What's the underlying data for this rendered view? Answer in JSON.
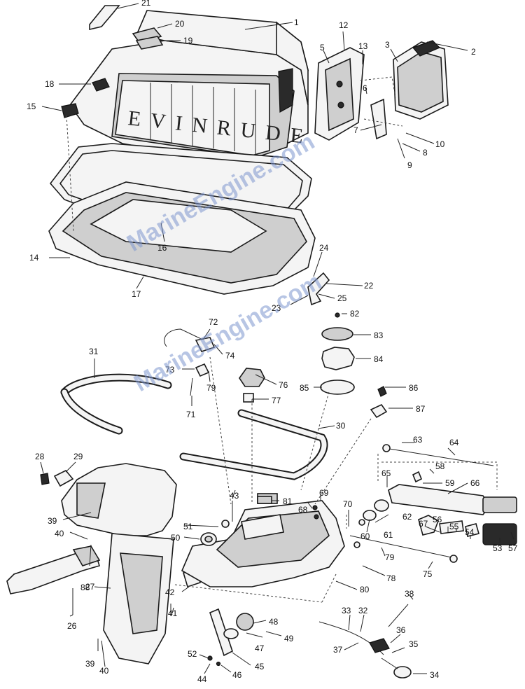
{
  "brand_text": "EVINRUDE",
  "watermark": "MarineEngine.com",
  "callouts": [
    {
      "id": "c1",
      "text": "1"
    },
    {
      "id": "c2",
      "text": "2"
    },
    {
      "id": "c3",
      "text": "3"
    },
    {
      "id": "c5",
      "text": "5"
    },
    {
      "id": "c6",
      "text": "6"
    },
    {
      "id": "c7",
      "text": "7"
    },
    {
      "id": "c8",
      "text": "8"
    },
    {
      "id": "c9",
      "text": "9"
    },
    {
      "id": "c10",
      "text": "10"
    },
    {
      "id": "c12",
      "text": "12"
    },
    {
      "id": "c13",
      "text": "13"
    },
    {
      "id": "c14",
      "text": "14"
    },
    {
      "id": "c15",
      "text": "15"
    },
    {
      "id": "c16",
      "text": "16"
    },
    {
      "id": "c17",
      "text": "17"
    },
    {
      "id": "c18",
      "text": "18"
    },
    {
      "id": "c19",
      "text": "19"
    },
    {
      "id": "c20",
      "text": "20"
    },
    {
      "id": "c21",
      "text": "21"
    },
    {
      "id": "c22",
      "text": "22"
    },
    {
      "id": "c23",
      "text": "23"
    },
    {
      "id": "c24",
      "text": "24"
    },
    {
      "id": "c25",
      "text": "25"
    },
    {
      "id": "c26",
      "text": "26"
    },
    {
      "id": "c27",
      "text": "27"
    },
    {
      "id": "c28",
      "text": "28"
    },
    {
      "id": "c29",
      "text": "29"
    },
    {
      "id": "c30",
      "text": "30"
    },
    {
      "id": "c31",
      "text": "31"
    },
    {
      "id": "c32",
      "text": "32"
    },
    {
      "id": "c33",
      "text": "33"
    },
    {
      "id": "c34",
      "text": "34"
    },
    {
      "id": "c35",
      "text": "35"
    },
    {
      "id": "c36",
      "text": "36"
    },
    {
      "id": "c37",
      "text": "37"
    },
    {
      "id": "c38",
      "text": "38"
    },
    {
      "id": "c39a",
      "text": "39"
    },
    {
      "id": "c39b",
      "text": "39"
    },
    {
      "id": "c40a",
      "text": "40"
    },
    {
      "id": "c40b",
      "text": "40"
    },
    {
      "id": "c41",
      "text": "41"
    },
    {
      "id": "c42",
      "text": "42"
    },
    {
      "id": "c43",
      "text": "43"
    },
    {
      "id": "c44",
      "text": "44"
    },
    {
      "id": "c45",
      "text": "45"
    },
    {
      "id": "c46",
      "text": "46"
    },
    {
      "id": "c47",
      "text": "47"
    },
    {
      "id": "c48",
      "text": "48"
    },
    {
      "id": "c49",
      "text": "49"
    },
    {
      "id": "c50",
      "text": "50"
    },
    {
      "id": "c51",
      "text": "51"
    },
    {
      "id": "c52",
      "text": "52"
    },
    {
      "id": "c53",
      "text": "53"
    },
    {
      "id": "c54",
      "text": "54"
    },
    {
      "id": "c55",
      "text": "55"
    },
    {
      "id": "c56",
      "text": "56"
    },
    {
      "id": "c57",
      "text": "57"
    },
    {
      "id": "c58",
      "text": "58"
    },
    {
      "id": "c59",
      "text": "59"
    },
    {
      "id": "c60",
      "text": "60"
    },
    {
      "id": "c61",
      "text": "61"
    },
    {
      "id": "c62",
      "text": "62"
    },
    {
      "id": "c63",
      "text": "63"
    },
    {
      "id": "c64",
      "text": "64"
    },
    {
      "id": "c65",
      "text": "65"
    },
    {
      "id": "c66",
      "text": "66"
    },
    {
      "id": "c67",
      "text": "67"
    },
    {
      "id": "c68",
      "text": "68"
    },
    {
      "id": "c69",
      "text": "69"
    },
    {
      "id": "c70",
      "text": "70"
    },
    {
      "id": "c71",
      "text": "71"
    },
    {
      "id": "c72",
      "text": "72"
    },
    {
      "id": "c73",
      "text": "73"
    },
    {
      "id": "c74",
      "text": "74"
    },
    {
      "id": "c75",
      "text": "75"
    },
    {
      "id": "c76",
      "text": "76"
    },
    {
      "id": "c77",
      "text": "77"
    },
    {
      "id": "c78",
      "text": "78"
    },
    {
      "id": "c79a",
      "text": "79"
    },
    {
      "id": "c79b",
      "text": "79"
    },
    {
      "id": "c80",
      "text": "80"
    },
    {
      "id": "c81",
      "text": "81"
    },
    {
      "id": "c82",
      "text": "82"
    },
    {
      "id": "c83",
      "text": "83"
    },
    {
      "id": "c84",
      "text": "84"
    },
    {
      "id": "c85",
      "text": "85"
    },
    {
      "id": "c86",
      "text": "86"
    },
    {
      "id": "c87",
      "text": "87"
    },
    {
      "id": "c88",
      "text": "88"
    }
  ]
}
